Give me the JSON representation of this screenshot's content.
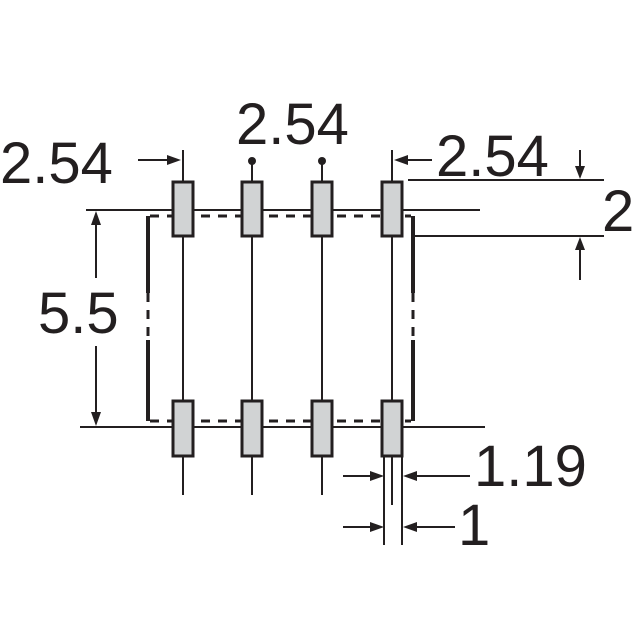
{
  "dimensions": {
    "pitch_top_left": "2.54",
    "pitch_top_center": "2.54",
    "pitch_top_right": "2.54",
    "pad_length": "2",
    "row_spacing": "5.5",
    "pad_width": "1.19",
    "lead_width": "1"
  },
  "colors": {
    "line": "#231f20",
    "pad_fill": "#d1d3d4",
    "background": "#ffffff"
  }
}
